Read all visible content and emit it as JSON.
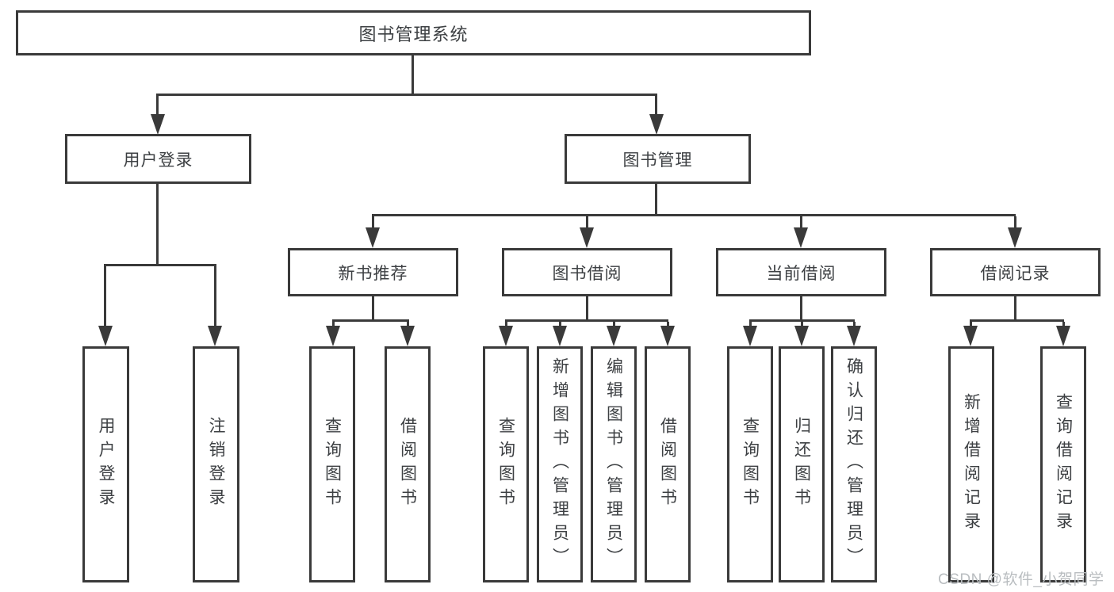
{
  "diagram": {
    "root": {
      "label": "图书管理系统"
    },
    "branches": {
      "user": {
        "label": "用户登录",
        "children": [
          "用户登录",
          "注销登录"
        ]
      },
      "book": {
        "label": "图书管理",
        "children": [
          {
            "label": "新书推荐",
            "children": [
              "查询图书",
              "借阅图书"
            ]
          },
          {
            "label": "图书借阅",
            "children": [
              "查询图书",
              "新增图书（管理员）",
              "编辑图书（管理员）",
              "借阅图书"
            ]
          },
          {
            "label": "当前借阅",
            "children": [
              "查询图书",
              "归还图书",
              "确认归还（管理员）"
            ]
          },
          {
            "label": "借阅记录",
            "children": [
              "新增借阅记录",
              "查询借阅记录"
            ]
          }
        ]
      }
    }
  },
  "watermark": {
    "text": "CSDN @软件_小贺同学"
  },
  "colors": {
    "line": "#3a3a3a",
    "text": "#3d4043",
    "watermark": "#b9bdc0",
    "background": "#ffffff"
  }
}
